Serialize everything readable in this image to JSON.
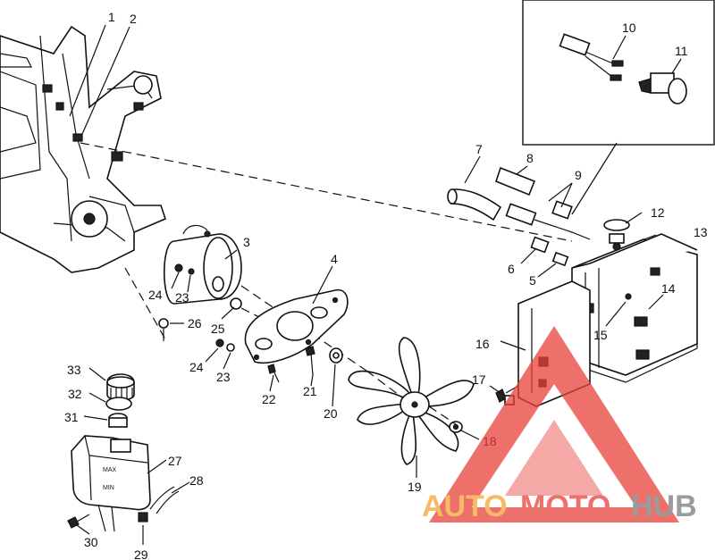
{
  "callouts": [
    {
      "id": "1",
      "text": "1"
    },
    {
      "id": "2",
      "text": "2"
    },
    {
      "id": "3",
      "text": "3"
    },
    {
      "id": "4",
      "text": "4"
    },
    {
      "id": "5",
      "text": "5"
    },
    {
      "id": "6",
      "text": "6"
    },
    {
      "id": "7",
      "text": "7"
    },
    {
      "id": "8",
      "text": "8"
    },
    {
      "id": "9",
      "text": "9"
    },
    {
      "id": "10",
      "text": "10"
    },
    {
      "id": "11",
      "text": "11"
    },
    {
      "id": "12",
      "text": "12"
    },
    {
      "id": "13",
      "text": "13"
    },
    {
      "id": "14",
      "text": "14"
    },
    {
      "id": "15",
      "text": "15"
    },
    {
      "id": "16",
      "text": "16"
    },
    {
      "id": "17",
      "text": "17"
    },
    {
      "id": "18",
      "text": "18"
    },
    {
      "id": "19",
      "text": "19"
    },
    {
      "id": "20",
      "text": "20"
    },
    {
      "id": "21",
      "text": "21"
    },
    {
      "id": "22",
      "text": "22"
    },
    {
      "id": "23a",
      "text": "23"
    },
    {
      "id": "23b",
      "text": "23"
    },
    {
      "id": "24a",
      "text": "24"
    },
    {
      "id": "24b",
      "text": "24"
    },
    {
      "id": "25",
      "text": "25"
    },
    {
      "id": "26",
      "text": "26"
    },
    {
      "id": "27",
      "text": "27"
    },
    {
      "id": "28",
      "text": "28"
    },
    {
      "id": "29",
      "text": "29"
    },
    {
      "id": "30",
      "text": "30"
    },
    {
      "id": "31",
      "text": "31"
    },
    {
      "id": "32",
      "text": "32"
    },
    {
      "id": "33",
      "text": "33"
    }
  ],
  "reservoir_marks": {
    "max": "MAX",
    "min": "MIN"
  },
  "watermark": {
    "part1": "AUTO",
    "part2": "MOTO",
    "part3": "HUB",
    "color_triangle": "#e8413a",
    "color_auto": "#f4a532",
    "color_hub": "#7a7a7a"
  }
}
